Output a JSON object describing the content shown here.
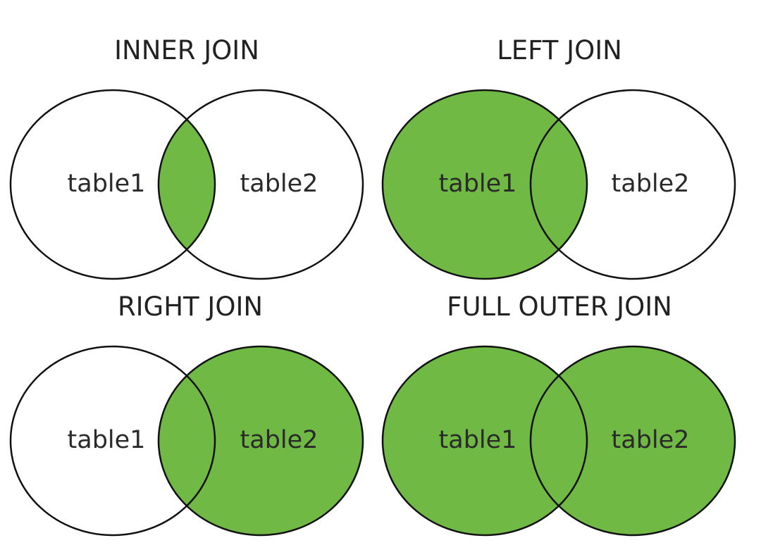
{
  "fill_color": "#6fb944",
  "stroke_color": "#111111",
  "background_color": "#ffffff",
  "panels": [
    {
      "title": "INNER JOIN",
      "left_label": "table1",
      "right_label": "table2",
      "shade": {
        "left_only": false,
        "intersection": true,
        "right_only": false
      }
    },
    {
      "title": "LEFT JOIN",
      "left_label": "table1",
      "right_label": "table2",
      "shade": {
        "left_only": true,
        "intersection": true,
        "right_only": false
      }
    },
    {
      "title": "RIGHT JOIN",
      "left_label": "table1",
      "right_label": "table2",
      "shade": {
        "left_only": false,
        "intersection": true,
        "right_only": true
      }
    },
    {
      "title": "FULL OUTER JOIN",
      "left_label": "table1",
      "right_label": "table2",
      "shade": {
        "left_only": true,
        "intersection": true,
        "right_only": true
      }
    }
  ]
}
